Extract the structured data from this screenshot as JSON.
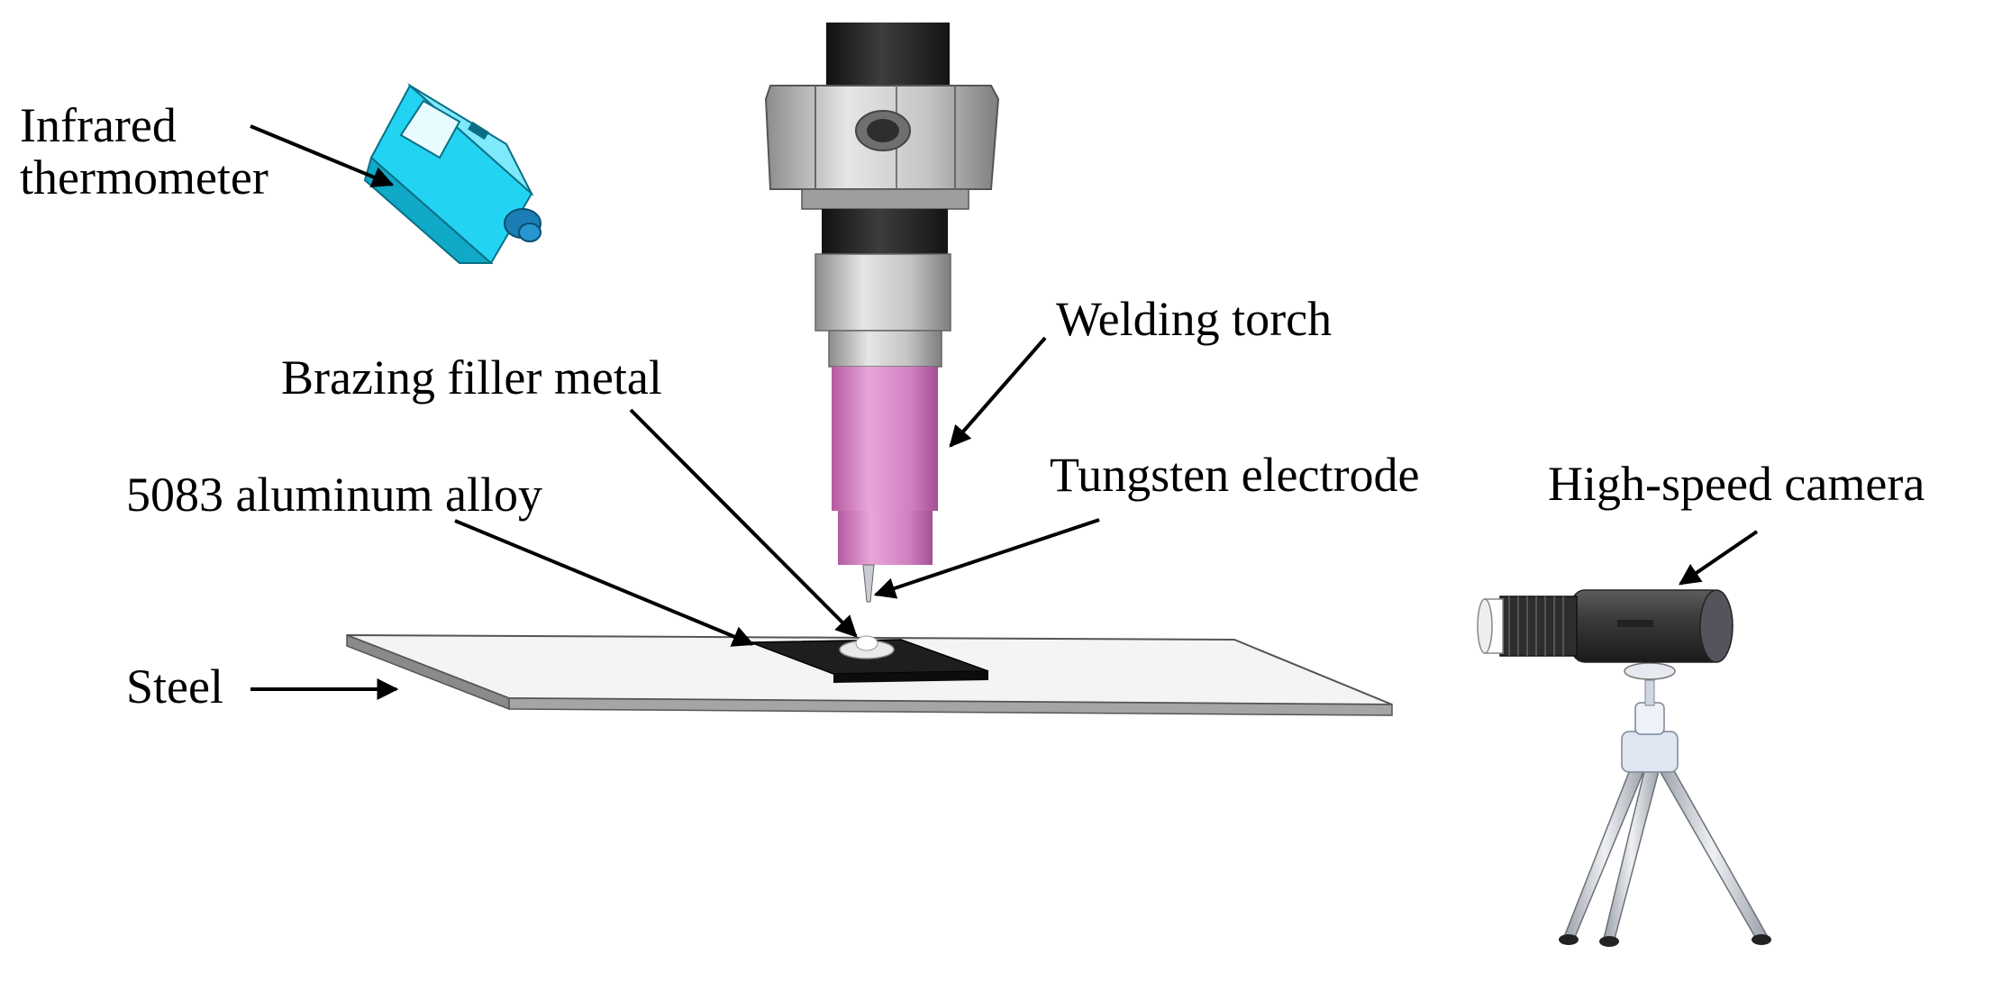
{
  "labels": {
    "infrared_thermometer": [
      "Infrared",
      "thermometer"
    ],
    "welding_torch": "Welding torch",
    "brazing_filler_metal": "Brazing filler metal",
    "tungsten_electrode": "Tungsten electrode",
    "aluminum_alloy": "5083 aluminum alloy",
    "steel": "Steel",
    "high_speed_camera": "High-speed camera"
  },
  "colors": {
    "thermometer": "#22d3f2",
    "nozzle": "#d67fc1",
    "torch_dark": "#2b2b2b",
    "torch_silver": "#cfcfcf",
    "aluminum_plate": "#1e1e1e",
    "steel_plate": "#f4f4f4",
    "camera_body": "#3a3a3a"
  }
}
